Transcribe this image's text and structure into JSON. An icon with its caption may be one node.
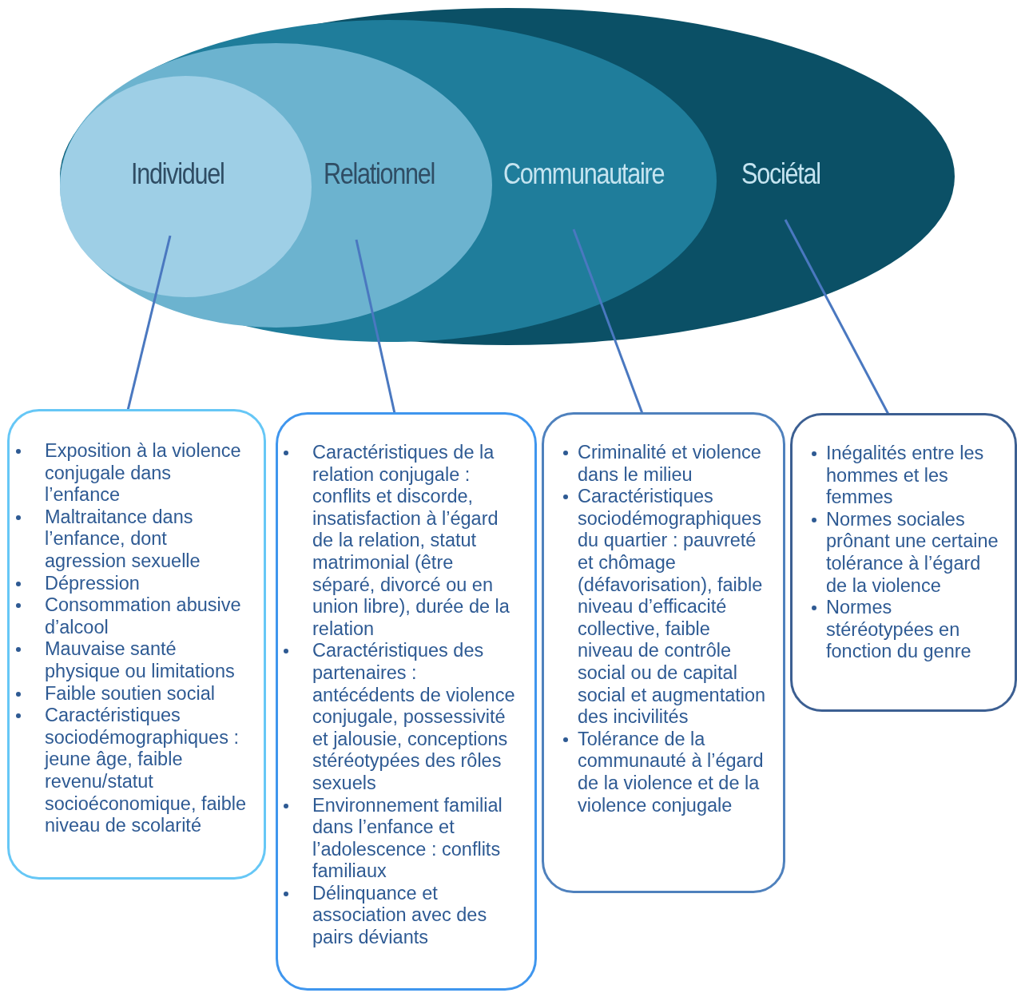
{
  "diagram": {
    "nodes": [
      {
        "text": [
          "Sociétal"
        ]
      },
      {
        "text": [
          "Communautaire"
        ],
        "in": 0
      },
      {
        "text": [
          "Relationnel"
        ],
        "in": 1
      },
      {
        "text": [
          "Individuel"
        ],
        "in": 2
      },
      {
        "text": [
          "Exposition à la violence conjugale dans l’enfance",
          "Maltraitance dans l’enfance, dont agression sexuelle",
          "Dépression",
          "Consommation abusive d’alcool",
          "Mauvaise santé physique ou limitations",
          "Faible soutien social",
          "Caractéristiques sociodémographiques : jeune âge, faible revenu/statut socioéconomique, faible niveau de scolarité"
        ]
      },
      {
        "text": [
          "Caractéristiques de la relation conjugale : conflits et discorde, insatisfaction à l’égard de la relation, statut matrimonial (être séparé, divorcé ou en union libre), durée de la relation",
          "Caractéristiques des partenaires : antécédents de violence conjugale, possessivité et jalousie, conceptions stéréotypées des rôles sexuels",
          "Environnement familial dans l’enfance et l’adolescence : conflits familiaux",
          "Délinquance et association avec des pairs déviants"
        ]
      },
      {
        "text": [
          "Criminalité et violence dans le milieu",
          "Caractéristiques sociodémographiques du quartier : pauvreté et chômage (défavorisation), faible niveau d’efficacité collective, faible niveau de contrôle social ou de capital social et augmentation des incivilités",
          "Tolérance de la communauté à l’égard de la violence et de la violence conjugale"
        ]
      },
      {
        "text": [
          "Inégalités entre les hommes et les femmes",
          "Normes sociales prônant une certaine tolérance à l’égard de la violence",
          "Normes stéréotypées en fonction du genre"
        ]
      }
    ],
    "edges": [
      {
        "from": 3,
        "to": 4,
        "arrow": "none"
      },
      {
        "from": 2,
        "to": 5,
        "arrow": "none"
      },
      {
        "from": 1,
        "to": 6,
        "arrow": "none"
      },
      {
        "from": 0,
        "to": 7,
        "arrow": "none"
      }
    ]
  }
}
